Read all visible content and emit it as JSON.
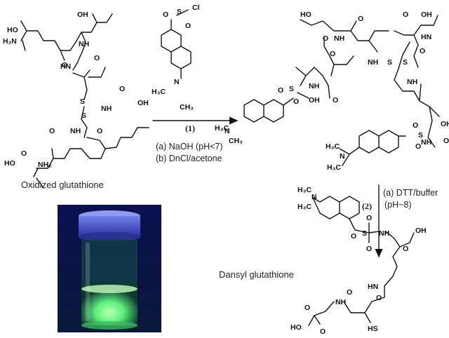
{
  "labels": {
    "oxidized": "Oxidized glutathione",
    "dansyl": "Dansyl glutathione"
  },
  "steps": {
    "step1": {
      "number": "(1)",
      "conditions": [
        "(a) NaOH (pH<7)",
        "(b) DnCl/acetone"
      ]
    },
    "step2": {
      "number": "(2)",
      "conditions": [
        "(a) DTT/buffer",
        "(pH~8)"
      ]
    }
  },
  "atoms": {
    "HO": "HO",
    "OH": "OH",
    "NH": "NH",
    "HN": "HN",
    "O": "O",
    "S": "S",
    "Cl": "Cl",
    "N": "N",
    "HS": "HS",
    "H2N": "H₂N",
    "NH2": "NH₂",
    "H3C": "H₃C",
    "CH3": "CH₃"
  },
  "colors": {
    "vial_fluorescence": "#5cf07a",
    "vial_background": "#0a0a3a",
    "vial_cap": "#3f4fc0"
  }
}
